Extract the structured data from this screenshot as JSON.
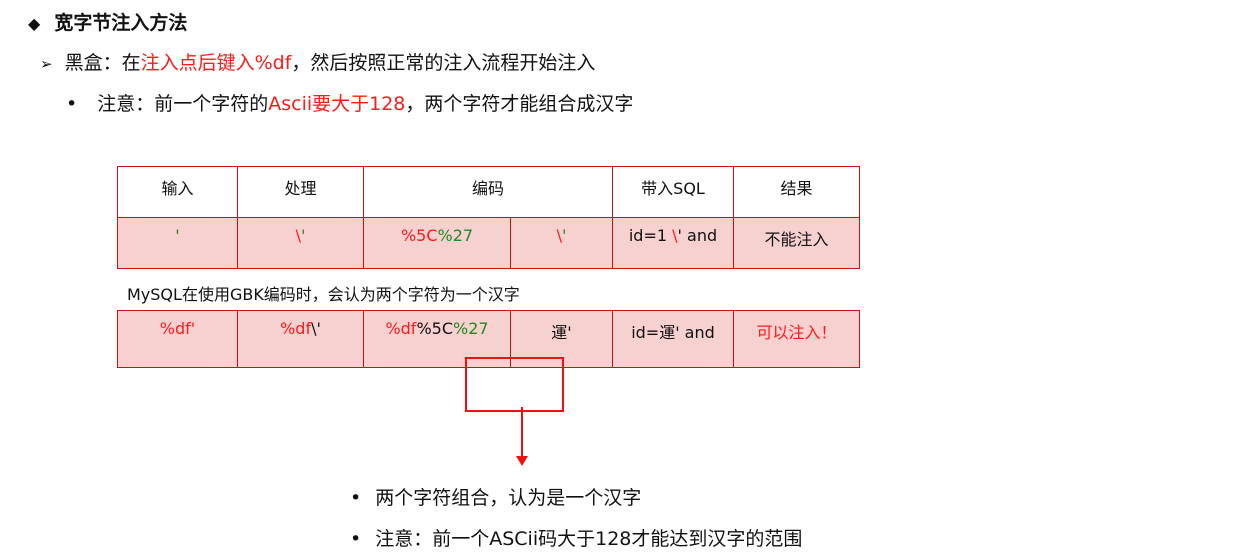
{
  "heading": {
    "bullet": "◆",
    "title": "宽字节注入方法"
  },
  "subheading": {
    "bullet": "➢",
    "prefix": "黑盒：在",
    "highlight": "注入点后键入%df",
    "suffix": "，然后按照正常的注入流程开始注入"
  },
  "note": {
    "bullet": "•",
    "prefix": "注意：前一个字符的",
    "highlight": "Ascii要大于128",
    "suffix": "，两个字符才能组合成汉字"
  },
  "table": {
    "headers": {
      "input": "输入",
      "process": "处理",
      "encoding": "编码",
      "sql": "带入SQL",
      "result": "结果"
    },
    "row1": {
      "input": "'",
      "process_a": "\\",
      "process_b": "'",
      "enc_a": "%5C",
      "enc_b": "%27",
      "enc2_a": "\\",
      "enc2_b": "'",
      "sql_a": "id=1 ",
      "sql_b": "\\",
      "sql_c": "' and",
      "result": "不能注入"
    },
    "gbk_note": "MySQL在使用GBK编码时，会认为两个字符为一个汉字",
    "row2": {
      "input": "%df'",
      "process_a": "%df",
      "process_b": "\\'",
      "enc_a": "%df",
      "enc_b": "%5C",
      "enc_c": "%27",
      "enc2": "運'",
      "sql": "id=運' and",
      "result": "可以注入！"
    }
  },
  "bottom": {
    "bullet": "•",
    "line1": "两个字符组合，认为是一个汉字",
    "line2": "注意：前一个ASCii码大于128才能达到汉字的范围"
  },
  "colors": {
    "accent_red": "#ff1a1a",
    "green": "#1f8a1f",
    "cell_fill": "#f7d0d0",
    "border": "#cc1111"
  }
}
